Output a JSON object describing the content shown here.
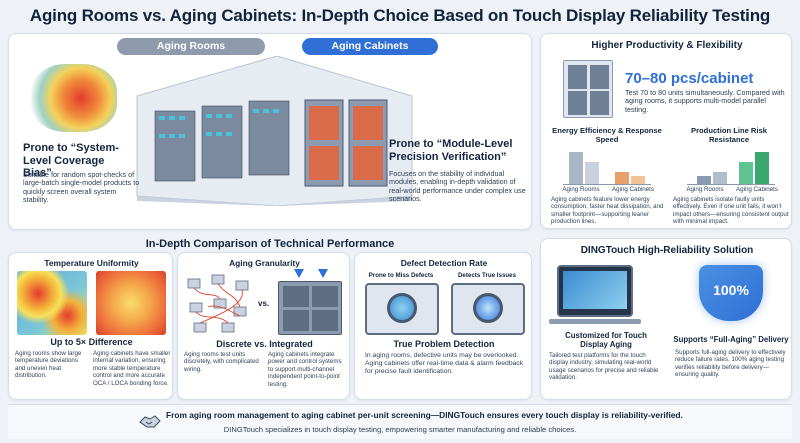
{
  "title": "Aging Rooms vs. Aging Cabinets: In-Depth Choice Based on Touch Display Reliability Testing",
  "tabs": {
    "rooms": "Aging Rooms",
    "cabinets": "Aging Cabinets"
  },
  "rooms": {
    "heading": "Prone to “System-Level Coverage Bias”",
    "body": "Suitable for random spot-checks of large-batch single-model products to quickly screen overall system stability."
  },
  "cabinets": {
    "heading": "Prone to “Module-Level Precision Verification”",
    "body": "Focuses on the stability of individual modules, enabling in-depth validation of real-world performance under complex use scenarios."
  },
  "productivity": {
    "heading": "Higher Productivity & Flexibility",
    "big": "70–80 pcs/cabinet",
    "body": "Test 70 to 80 units simultaneously. Compared with aging rooms, it supports multi-model parallel testing.",
    "charts": [
      {
        "title": "Energy Efficiency & Response Speed",
        "categories": [
          "Aging Rooms",
          "Aging Cabinets"
        ],
        "desc": "Aging cabinets feature lower energy consumption, faster heat dissipation, and smaller footprint—supporting leaner production lines."
      },
      {
        "title": "Production Line Risk Resistance",
        "categories": [
          "Aging Rooms",
          "Aging Cabinets"
        ],
        "desc": "Aging cabinets isolate faulty units effectively. Even if one unit fails, it won’t impact others—ensuring consistent output with minimal impact."
      }
    ]
  },
  "comparison": {
    "heading": "In-Depth Comparison of Technical Performance",
    "temperature": {
      "title": "Temperature Uniformity",
      "big": "Up to 5× Difference",
      "left": "Aging rooms show large temperature deviations and uneven heat distribution.",
      "right": "Aging cabinets have smaller internal variation, ensuring more stable temperature control and more accurate OCA / LOCA bonding force."
    },
    "granularity": {
      "title": "Aging Granularity",
      "vs": "vs.",
      "big": "Discrete vs. Integrated",
      "left": "Aging rooms test units discretely, with complicated wiring.",
      "right": "Aging cabinets integrate power and control systems to support multi-channel independent point-to-point testing."
    },
    "defect": {
      "title": "Defect Detection Rate",
      "miss": "Prone to Miss Defects",
      "true": "Detects True Issues",
      "big": "True Problem Detection",
      "body": "In aging rooms, defective units may be overlooked. Aging cabinets offer real-time data & alarm feedback for precise fault identification."
    }
  },
  "solution": {
    "heading": "DINGTouch High-Reliability Solution",
    "badge": "100%",
    "left_title": "Customized for Touch Display Aging",
    "left_body": "Tailored test platforms for the touch display industry, simulating real-world usage scenarios for precise and reliable validation.",
    "right_title": "Supports “Full-Aging” Delivery",
    "right_body": "Supports full-aging delivery to effectively reduce failure rates. 100% aging testing verifies reliability before delivery—ensuring quality."
  },
  "footer": {
    "line1": "From aging room management to aging cabinet per-unit screening—DINGTouch ensures every touch display is reliability-verified.",
    "line2": "DINGTouch specializes in touch display testing, empowering smarter manufacturing and reliable choices."
  },
  "colors": {
    "accent": "#2f6fd6",
    "rooms_bar": "#8c9bb3",
    "cabinets_bar": "#3aa76d",
    "energy_room": "#a9b4c6",
    "energy_cab": "#e8a06a",
    "navy": "#13243c"
  },
  "icons": [
    "heatmap-icon",
    "cabinet-icon",
    "shelf-rack-icon",
    "wiring-icon",
    "magnifier-icon",
    "laptop-icon",
    "shield-icon",
    "handshake-icon"
  ]
}
